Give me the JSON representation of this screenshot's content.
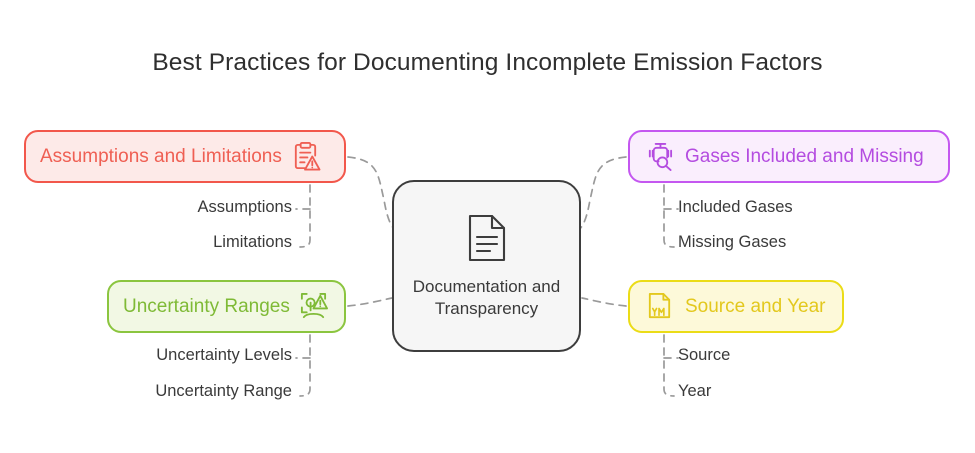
{
  "title": "Best Practices for Documenting Incomplete Emission Factors",
  "center": {
    "label": "Documentation and Transparency",
    "icon": "document-icon"
  },
  "branches": {
    "assumptions": {
      "label": "Assumptions and Limitations",
      "icon": "clipboard-warning-icon",
      "color": "#f2574b",
      "fill": "#fdeae8",
      "children": [
        {
          "label": "Assumptions"
        },
        {
          "label": "Limitations"
        }
      ]
    },
    "gases": {
      "label": "Gases Included and Missing",
      "icon": "gas-tank-search-icon",
      "color": "#c457f0",
      "fill": "#faeefd",
      "children": [
        {
          "label": "Included Gases"
        },
        {
          "label": "Missing Gases"
        }
      ]
    },
    "uncertainty": {
      "label": "Uncertainty Ranges",
      "icon": "scan-warning-icon",
      "color": "#8bc53f",
      "fill": "#f2f8e4",
      "children": [
        {
          "label": "Uncertainty Levels"
        },
        {
          "label": "Uncertainty Range"
        }
      ]
    },
    "source": {
      "label": "Source and Year",
      "icon": "document-ym-icon",
      "color": "#ebdc17",
      "fill": "#fdf9d9",
      "children": [
        {
          "label": "Source"
        },
        {
          "label": "Year"
        }
      ]
    }
  }
}
